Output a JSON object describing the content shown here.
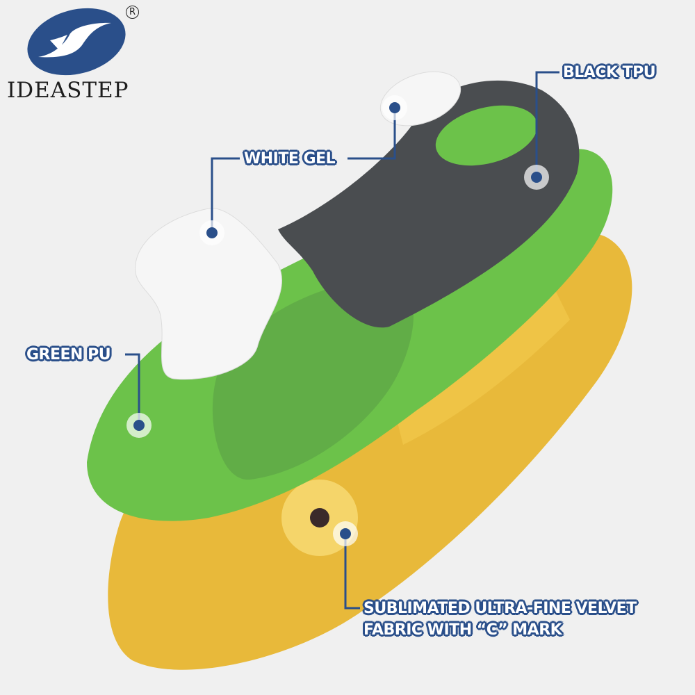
{
  "brand": {
    "name": "IDEASTEP",
    "registered_mark": "R",
    "color": "#2a4f8a"
  },
  "labels": {
    "black_tpu": "BLACK TPU",
    "white_gel": "WHITE GEL",
    "green_pu": "GREEN PU",
    "fabric_line1": "SUBLIMATED ULTRA-FINE VELVET",
    "fabric_line2": "FABRIC WITH “C” MARK"
  },
  "colors": {
    "accent": "#2a4f8a",
    "background": "#f0f0f0",
    "green": "#6cc24a",
    "yellow": "#e8b93a",
    "tpu": "#4a4d50",
    "gel": "#f4f4f4"
  }
}
